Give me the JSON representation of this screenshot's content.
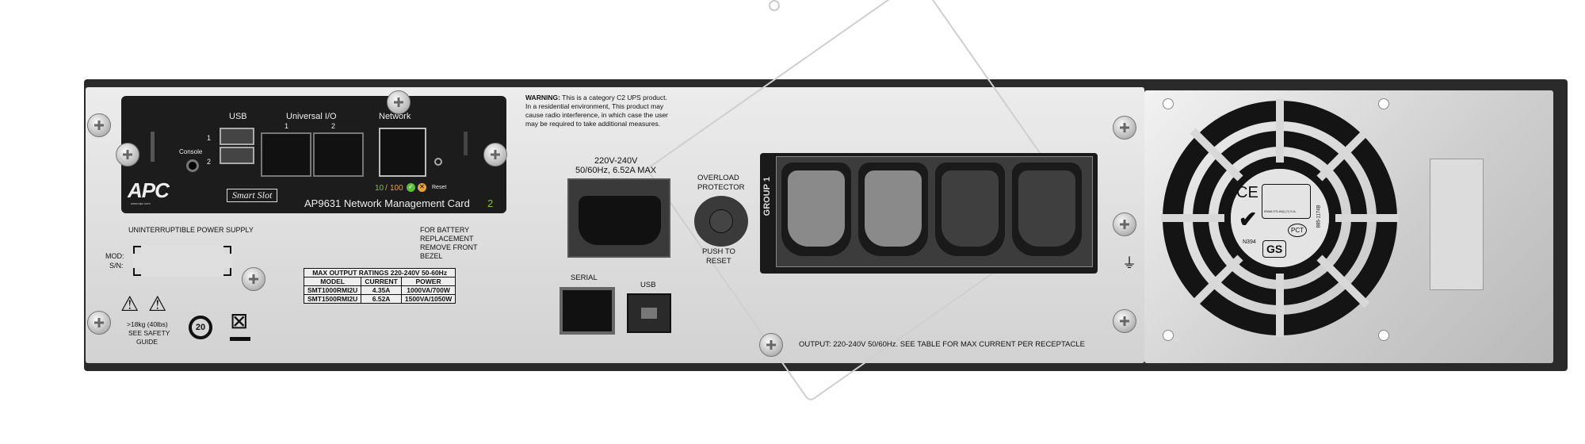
{
  "card": {
    "usb_label": "USB",
    "usb_port_1": "1",
    "usb_port_2": "2",
    "console_label": "Console",
    "universal_io_label": "Universal I/O",
    "io_port_1": "1",
    "io_port_2": "2",
    "network_label": "Network",
    "speed_10": "10",
    "speed_sep": "/",
    "speed_100": "100",
    "reset_label": "Reset",
    "brand": "APC",
    "brand_url": "www.apc.com",
    "smartslot": "Smart Slot",
    "model_text": "AP9631 Network Management Card",
    "model_suffix": "2"
  },
  "labels": {
    "ups": "UNINTERRUPTIBLE POWER SUPPLY",
    "mod": "MOD:",
    "sn": "S/N:",
    "battery": [
      "FOR BATTERY",
      "REPLACEMENT",
      "REMOVE FRONT",
      "BEZEL"
    ],
    "weight": ">18kg (40lbs)",
    "safety_1": "SEE SAFETY",
    "safety_2": "GUIDE",
    "epup": "20"
  },
  "ratings": {
    "title": "MAX OUTPUT RATINGS 220-240V 50-60Hz",
    "headers": [
      "MODEL",
      "CURRENT",
      "POWER"
    ],
    "rows": [
      [
        "SMT1000RMI2U",
        "4.35A",
        "1000VA/700W"
      ],
      [
        "SMT1500RMI2U",
        "6.52A",
        "1500VA/1050W"
      ]
    ]
  },
  "warning": {
    "bold": "WARNING:",
    "lines": [
      " This is a category C2 UPS product.",
      "In a residential environment, This product may",
      "cause radio interference, in which case the user",
      "may be required to take additional measures."
    ]
  },
  "input": {
    "line1": "220V-240V",
    "line2": "50/60Hz, 6.52A MAX"
  },
  "overload": {
    "line1": "OVERLOAD",
    "line2": "PROTECTOR",
    "push1": "PUSH TO",
    "push2": "RESET"
  },
  "group_label": "GROUP 1",
  "ports": {
    "serial": "SERIAL",
    "usb": "USB"
  },
  "output_text": "OUTPUT: 220-240V 50/60Hz. SEE TABLE FOR MAX CURRENT PER RECEPTACLE",
  "certs": {
    "ce": "CE",
    "n394": "N394",
    "iram": "IRAM-ITS-INQ (?) S.A.",
    "gs": "GS",
    "pct": "PCT",
    "code": "885-1174B"
  }
}
